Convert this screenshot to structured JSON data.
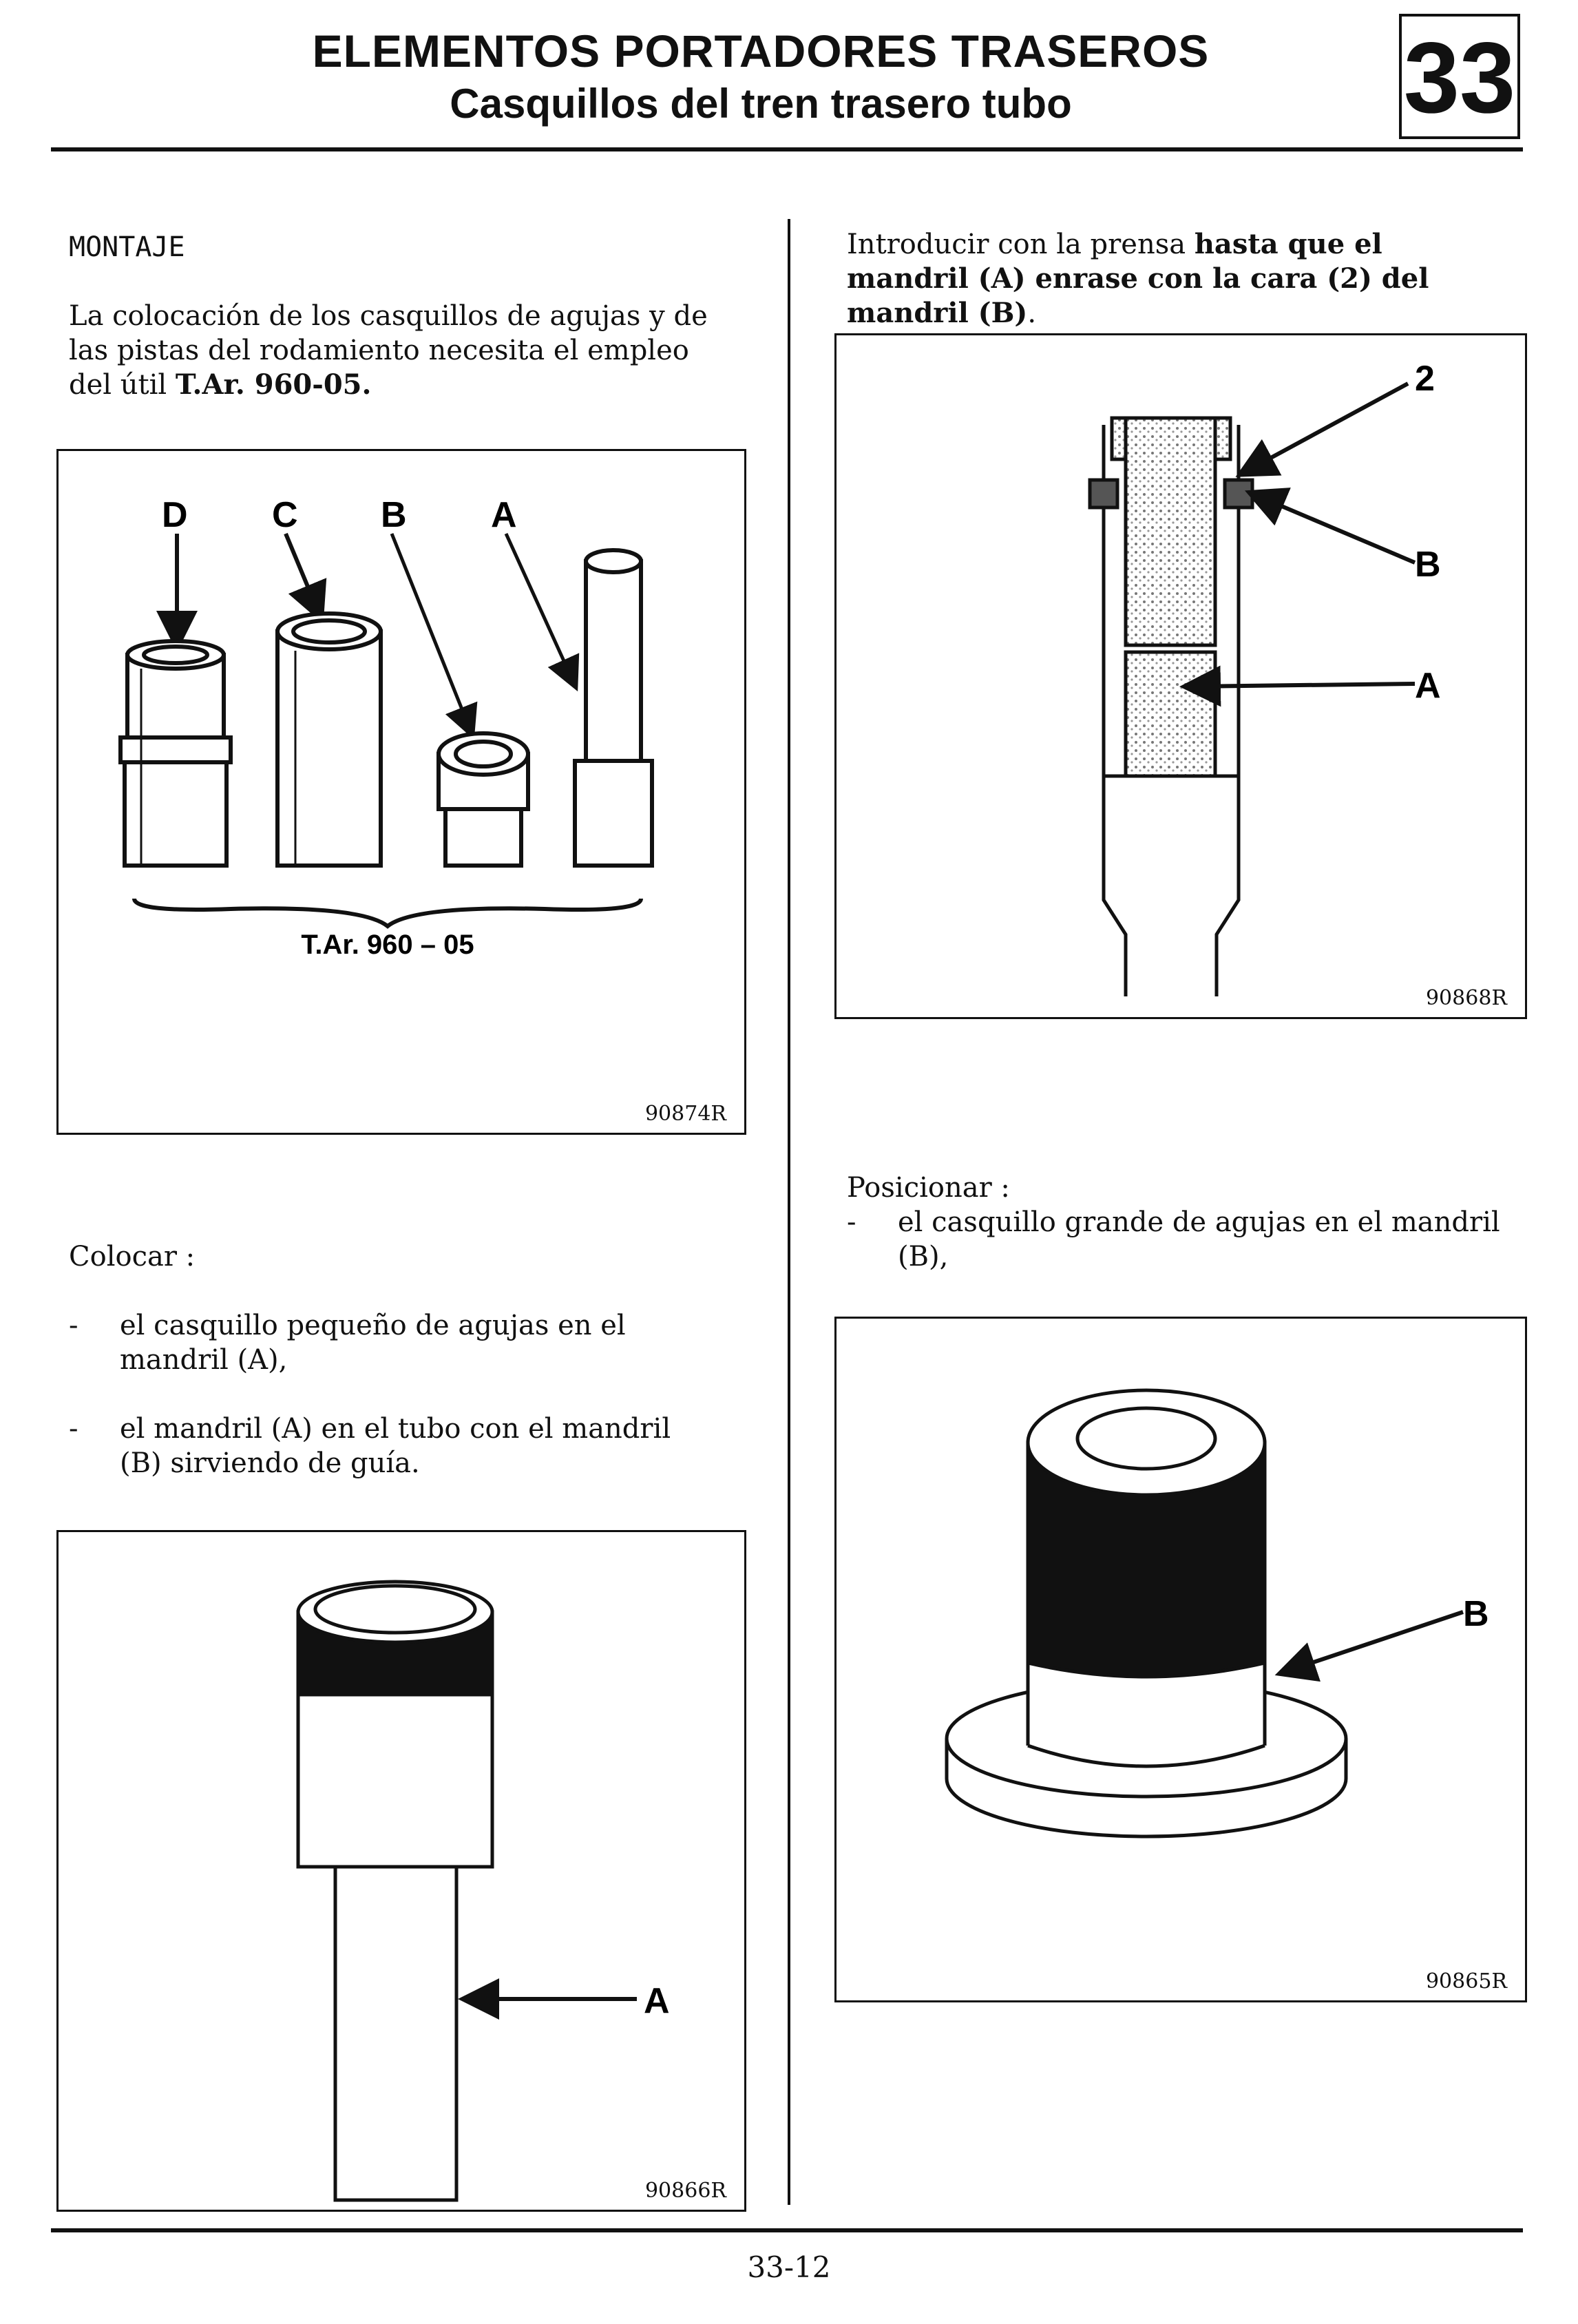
{
  "header": {
    "title": "ELEMENTOS PORTADORES TRASEROS",
    "subtitle": "Casquillos del tren trasero tubo",
    "chapter": "33"
  },
  "left": {
    "section_heading": "MONTAJE",
    "intro_text": "La colocación de los casquillos de agujas y de las pistas del rodamiento necesita el empleo del útil ",
    "intro_tool": "T.Ar. 960-05.",
    "fig1": {
      "labels": [
        "D",
        "C",
        "B",
        "A"
      ],
      "tool_caption": "T.Ar. 960 – 05",
      "code": "90874R"
    },
    "colocar_heading": "Colocar :",
    "colocar_items": [
      {
        "dash": "-",
        "text": "el casquillo pequeño de agujas en el mandril (A),"
      },
      {
        "dash": "-",
        "text": "el mandril (A) en el tubo con el mandril (B) sirviendo de guía."
      }
    ],
    "fig3": {
      "label": "A",
      "code": "90866R"
    }
  },
  "right": {
    "press_text_plain": "Introducir con la prensa ",
    "press_text_bold": "hasta que el mandril (A) enrase con la cara (2) del mandril (B)",
    "press_text_end": ".",
    "fig2": {
      "labels": [
        "2",
        "B",
        "A"
      ],
      "code": "90868R"
    },
    "posicionar_heading": "Posicionar :",
    "posicionar_items": [
      {
        "dash": "-",
        "text": "el casquillo grande de agujas en el mandril (B),"
      }
    ],
    "fig4": {
      "label": "B",
      "code": "90865R"
    }
  },
  "footer": {
    "page_number": "33-12"
  }
}
